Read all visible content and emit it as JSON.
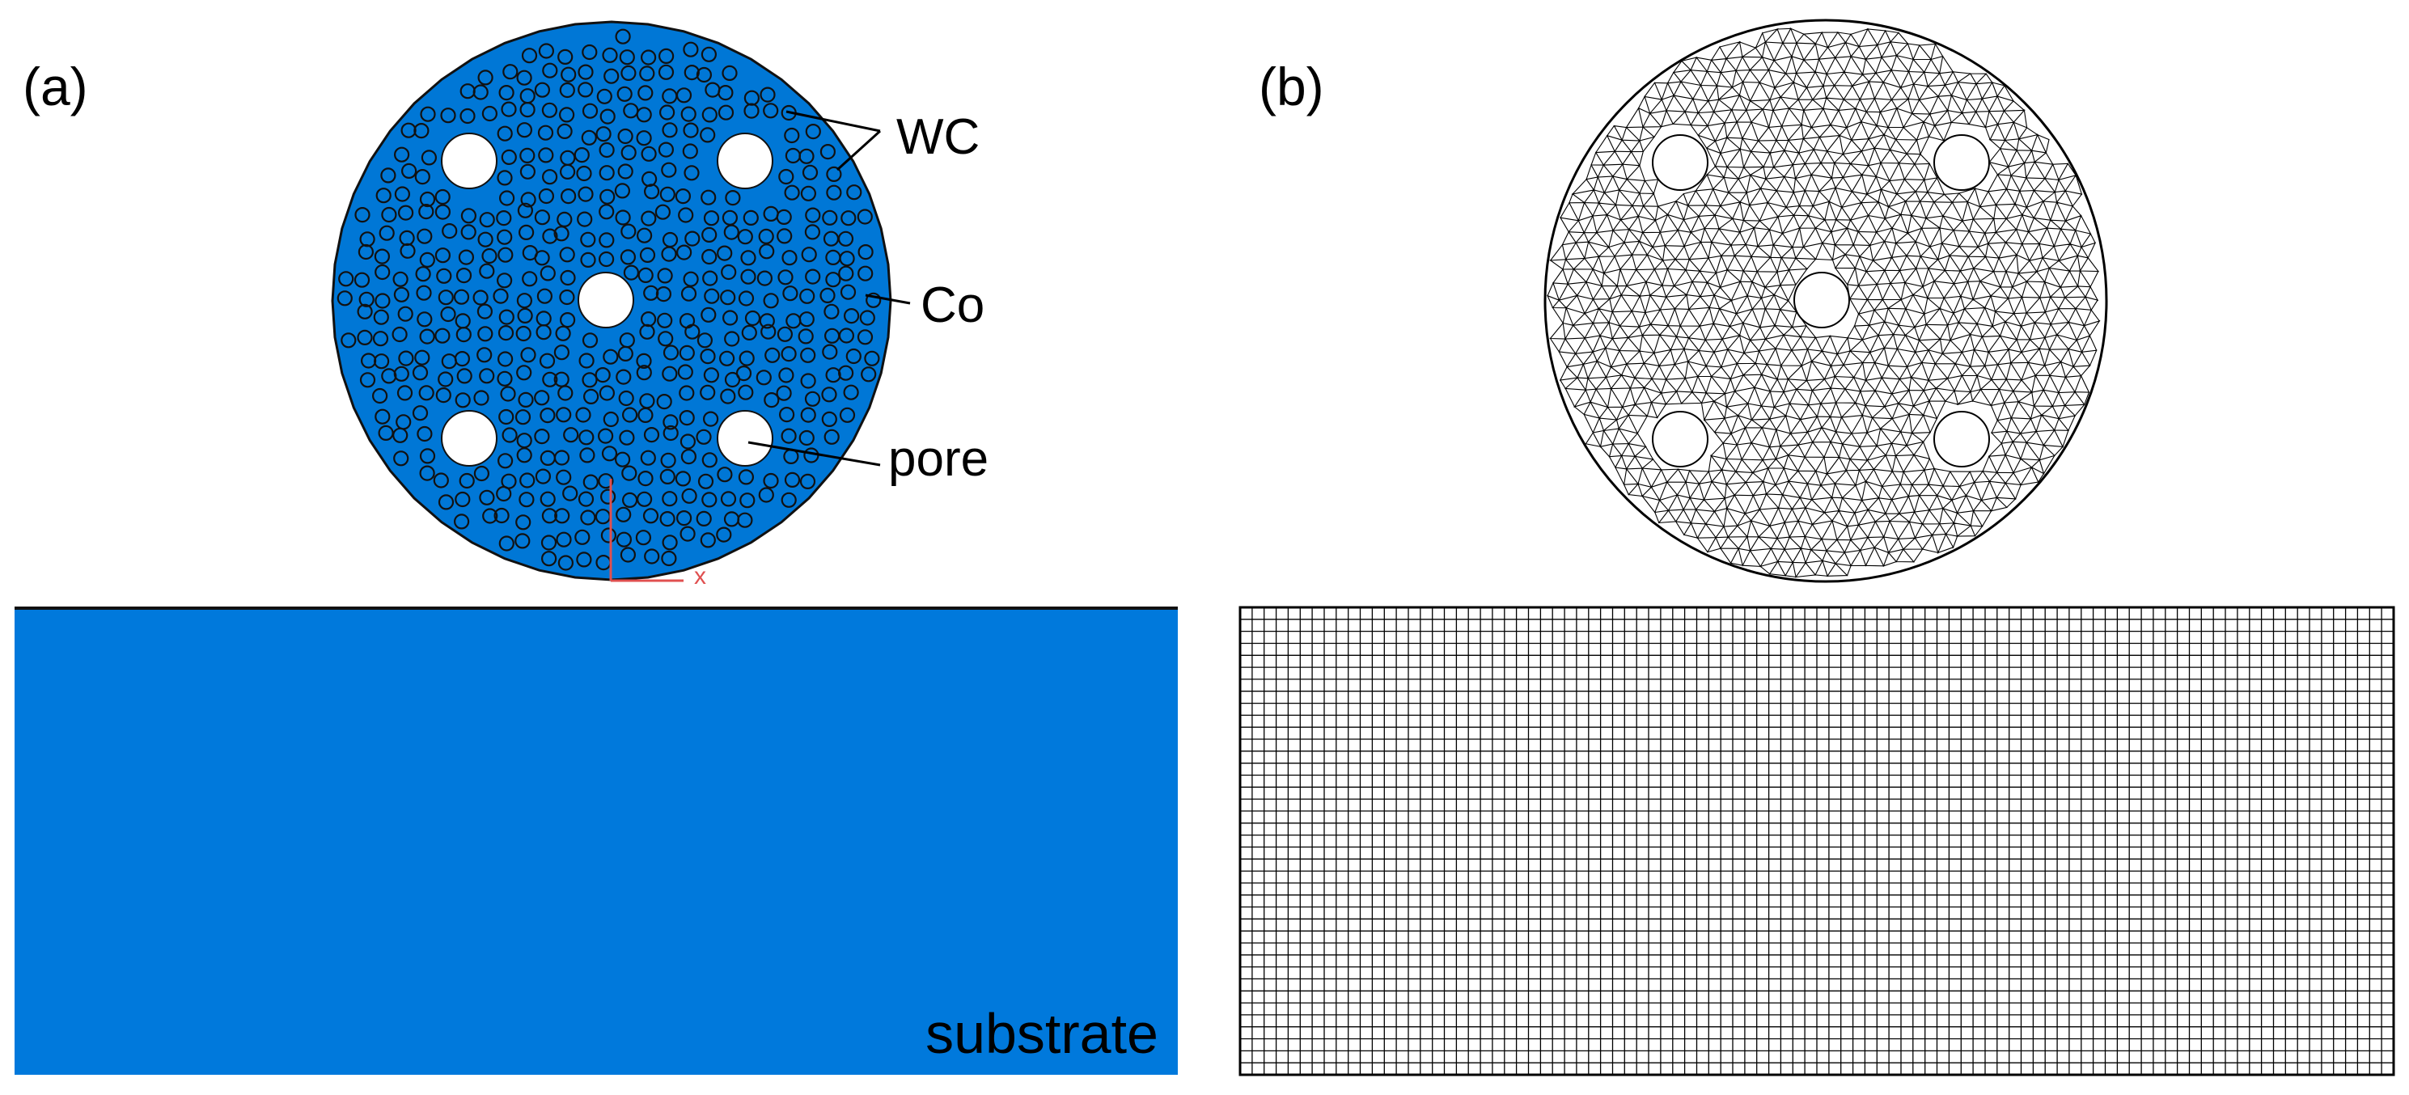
{
  "panels": {
    "a": {
      "label": "(a)",
      "annotations": {
        "wc": "WC",
        "co": "Co",
        "pore": "pore",
        "substrate": "substrate"
      },
      "axis_labels": {
        "x": "x"
      }
    },
    "b": {
      "label": "(b)"
    }
  },
  "colors": {
    "material_fill": "#0077d6",
    "substrate_fill": "#0079dc",
    "outline": "#111111",
    "mesh_line": "#000000",
    "axis_triad": "#e05050",
    "background": "#ffffff"
  }
}
